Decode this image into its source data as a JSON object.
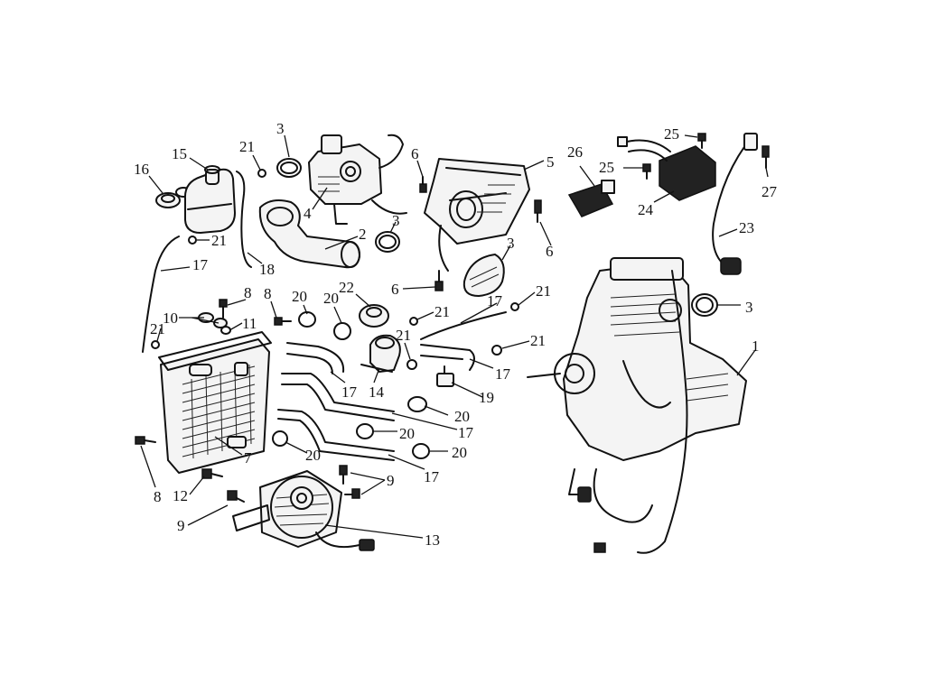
{
  "callouts": [
    {
      "id": "c1",
      "text": "1"
    },
    {
      "id": "c2",
      "text": "2"
    },
    {
      "id": "c3a",
      "text": "3"
    },
    {
      "id": "c3b",
      "text": "3"
    },
    {
      "id": "c3c",
      "text": "3"
    },
    {
      "id": "c3d",
      "text": "3"
    },
    {
      "id": "c4",
      "text": "4"
    },
    {
      "id": "c5",
      "text": "5"
    },
    {
      "id": "c6a",
      "text": "6"
    },
    {
      "id": "c6b",
      "text": "6"
    },
    {
      "id": "c6c",
      "text": "6"
    },
    {
      "id": "c7",
      "text": "7"
    },
    {
      "id": "c8a",
      "text": "8"
    },
    {
      "id": "c8b",
      "text": "8"
    },
    {
      "id": "c8c",
      "text": "8"
    },
    {
      "id": "c9a",
      "text": "9"
    },
    {
      "id": "c9b",
      "text": "9"
    },
    {
      "id": "c10",
      "text": "10"
    },
    {
      "id": "c11",
      "text": "11"
    },
    {
      "id": "c12",
      "text": "12"
    },
    {
      "id": "c13",
      "text": "13"
    },
    {
      "id": "c14",
      "text": "14"
    },
    {
      "id": "c15",
      "text": "15"
    },
    {
      "id": "c16",
      "text": "16"
    },
    {
      "id": "c17a",
      "text": "17"
    },
    {
      "id": "c17b",
      "text": "17"
    },
    {
      "id": "c17c",
      "text": "17"
    },
    {
      "id": "c17d",
      "text": "17"
    },
    {
      "id": "c17e",
      "text": "17"
    },
    {
      "id": "c17f",
      "text": "17"
    },
    {
      "id": "c18",
      "text": "18"
    },
    {
      "id": "c19",
      "text": "19"
    },
    {
      "id": "c20a",
      "text": "20"
    },
    {
      "id": "c20b",
      "text": "20"
    },
    {
      "id": "c20c",
      "text": "20"
    },
    {
      "id": "c20d",
      "text": "20"
    },
    {
      "id": "c20e",
      "text": "20"
    },
    {
      "id": "c20f",
      "text": "20"
    },
    {
      "id": "c21a",
      "text": "21"
    },
    {
      "id": "c21b",
      "text": "21"
    },
    {
      "id": "c21c",
      "text": "21"
    },
    {
      "id": "c21d",
      "text": "21"
    },
    {
      "id": "c21e",
      "text": "21"
    },
    {
      "id": "c21f",
      "text": "21"
    },
    {
      "id": "c21g",
      "text": "21"
    },
    {
      "id": "c22",
      "text": "22"
    },
    {
      "id": "c23",
      "text": "23"
    },
    {
      "id": "c24",
      "text": "24"
    },
    {
      "id": "c25a",
      "text": "25"
    },
    {
      "id": "c25b",
      "text": "25"
    },
    {
      "id": "c26",
      "text": "26"
    },
    {
      "id": "c27",
      "text": "27"
    }
  ]
}
